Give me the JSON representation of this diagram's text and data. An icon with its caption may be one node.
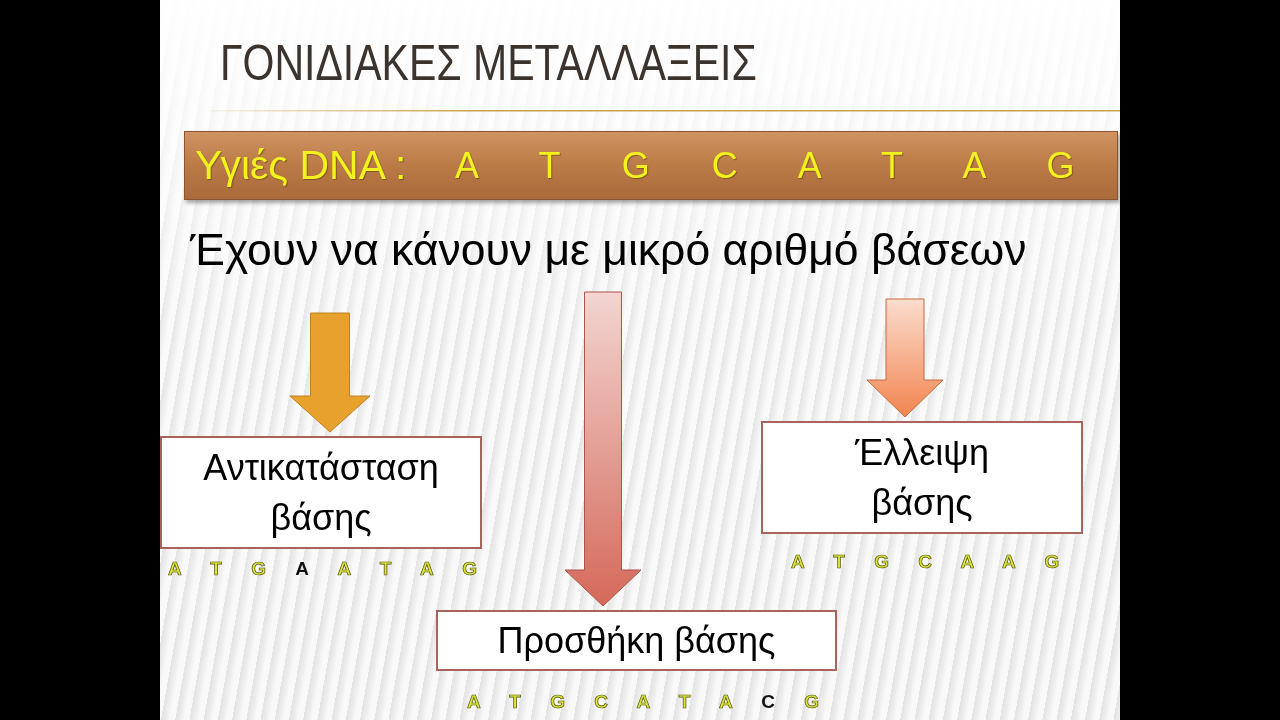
{
  "diagram": {
    "title": "ΓΟΝΙΔΙΑΚΕΣ ΜΕΤΑΛΛΑΞΕΙΣ",
    "nodes": [
      {
        "text": [
          "Υγιές DNA :",
          "A T G C A T A G"
        ]
      },
      {
        "text": [
          "Αντικατάσταση βάσης"
        ],
        "beside": [
          "A T G **A** A T A G"
        ]
      },
      {
        "text": [
          "Προσθήκη βάσης"
        ],
        "beside": [
          "A T G C A T A **C** G"
        ]
      },
      {
        "text": [
          "Έλλειψη βάσης"
        ],
        "beside": [
          "A T G C A A G"
        ]
      }
    ],
    "edges": [
      {
        "from": null,
        "to": 1,
        "arrow": "to",
        "color": "#e9a12e"
      },
      {
        "from": null,
        "to": 2,
        "arrow": "to",
        "color": "#d4695a"
      },
      {
        "from": null,
        "to": 3,
        "arrow": "to",
        "color": "#f28450"
      }
    ],
    "labels": [
      "Έχουν να κάνουν με μικρό αριθμό βάσεων"
    ]
  }
}
